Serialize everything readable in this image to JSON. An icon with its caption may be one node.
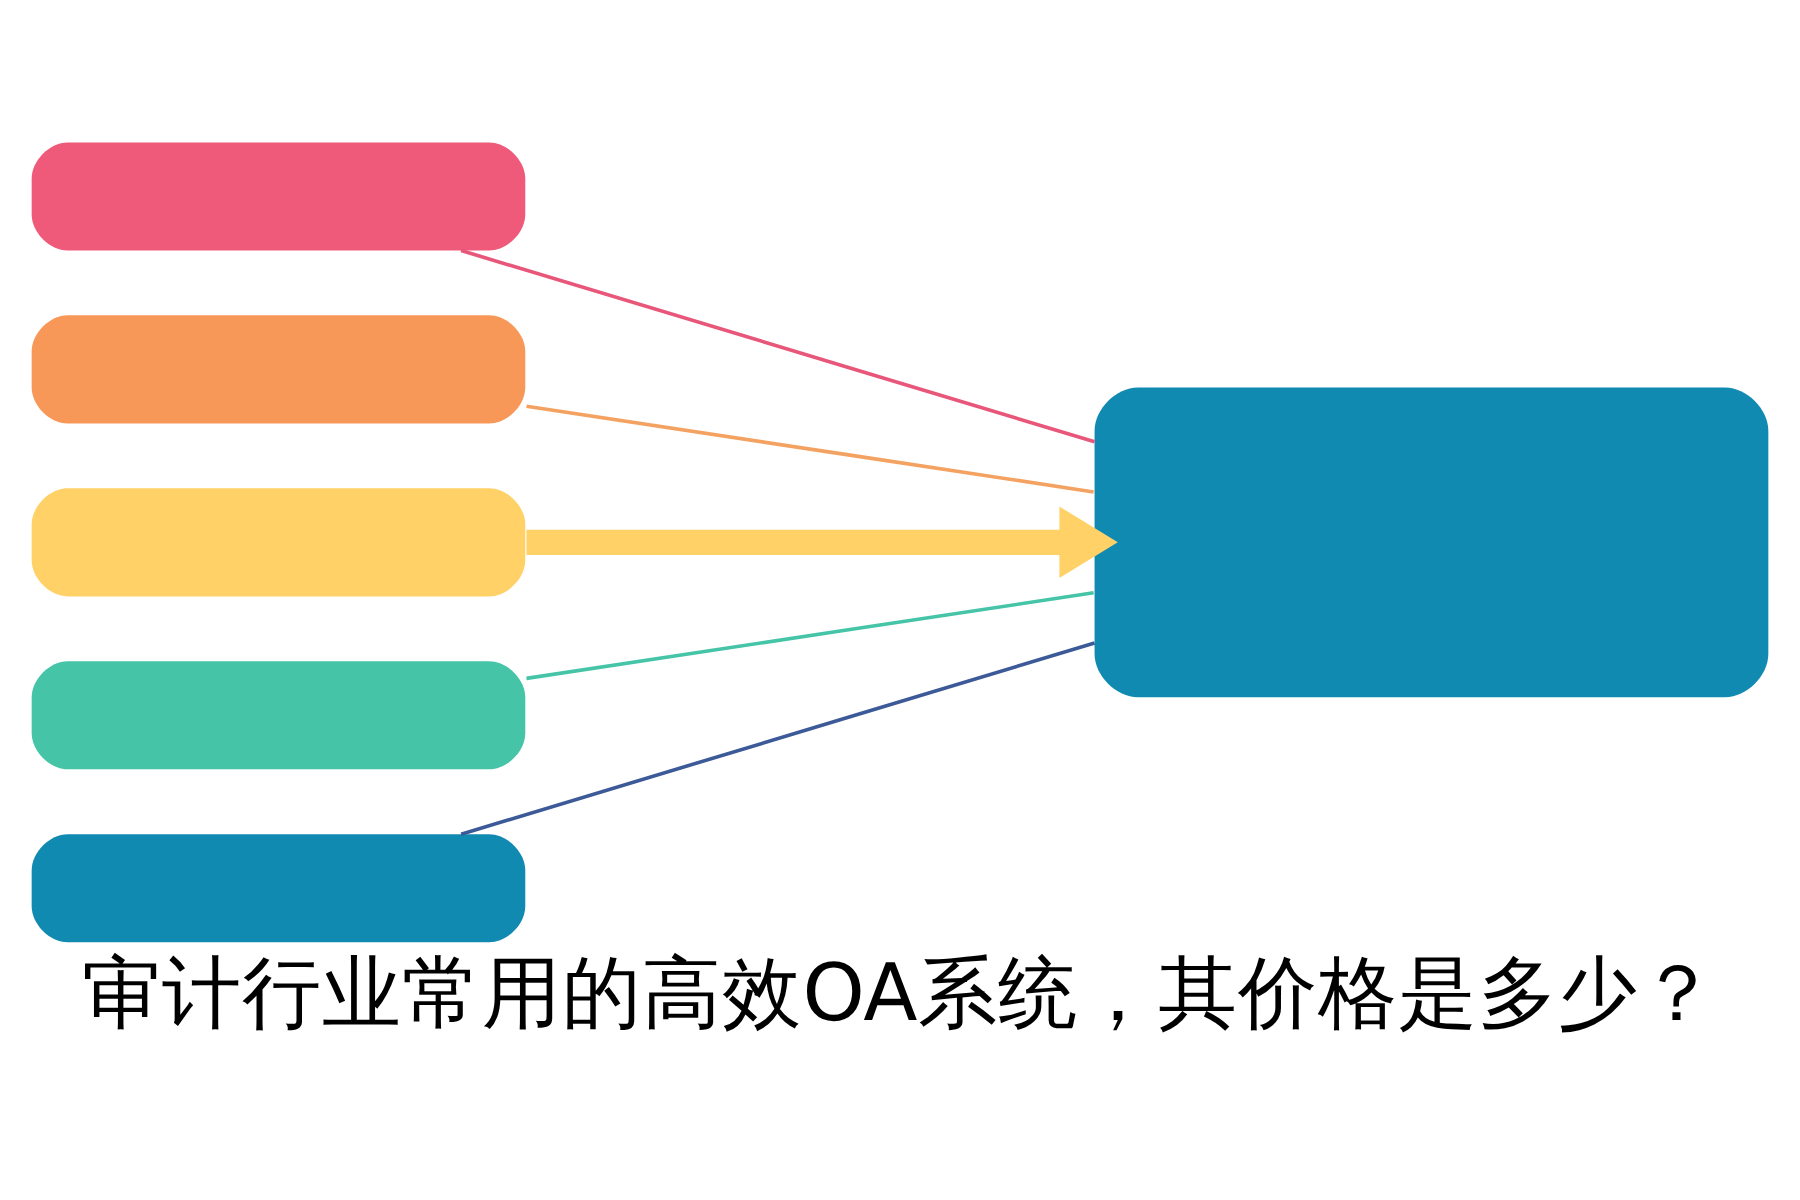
{
  "diagram": {
    "caption": "审计行业常用的高效OA系统，其价格是多少？",
    "nodes": [
      {
        "text": [],
        "shape": "box"
      },
      {
        "text": [],
        "shape": "box"
      },
      {
        "text": [],
        "shape": "box"
      },
      {
        "text": [],
        "shape": "box"
      },
      {
        "text": [],
        "shape": "box"
      },
      {
        "text": [],
        "shape": "box"
      }
    ],
    "edges": [
      {
        "from": 0,
        "to": 5,
        "arrow": "none",
        "color": "#e8577a"
      },
      {
        "from": 1,
        "to": 5,
        "arrow": "none",
        "color": "#f4a261"
      },
      {
        "from": 2,
        "to": 5,
        "arrow": "to",
        "style": "thick",
        "color": "#ffd166"
      },
      {
        "from": 3,
        "to": 5,
        "arrow": "none",
        "color": "#45c4a8"
      },
      {
        "from": 4,
        "to": 5,
        "arrow": "none",
        "color": "#3d5a98"
      }
    ]
  }
}
